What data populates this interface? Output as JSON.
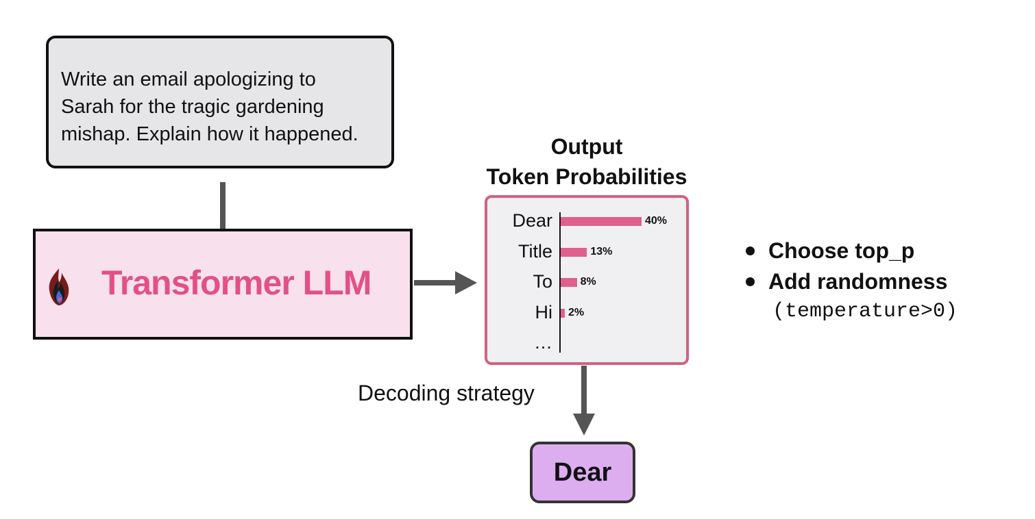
{
  "prompt": {
    "lines": [
      "Write an email apologizing to",
      "Sarah for the tragic gardening",
      "mishap. Explain how it happened."
    ]
  },
  "model": {
    "label": "Transformer LLM",
    "icon": "flame-logo-icon"
  },
  "output": {
    "title_line1": "Output",
    "title_line2": "Token Probabilities"
  },
  "chart_data": {
    "type": "bar",
    "orientation": "horizontal",
    "categories": [
      "Dear",
      "Title",
      "To",
      "Hi",
      "…"
    ],
    "values": [
      40,
      13,
      8,
      2,
      null
    ],
    "value_labels": [
      "40%",
      "13%",
      "8%",
      "2%",
      ""
    ],
    "bar_color": "#e0608c"
  },
  "decoding": {
    "label": "Decoding strategy"
  },
  "result": {
    "token": "Dear"
  },
  "bullets": {
    "items": [
      "Choose top_p",
      "Add randomness"
    ],
    "note": "(temperature>0)"
  },
  "colors": {
    "accent_pink": "#e25186",
    "panel_border": "#d4617f",
    "result_fill": "#dcaef0",
    "llm_fill": "#f8e1ec"
  }
}
